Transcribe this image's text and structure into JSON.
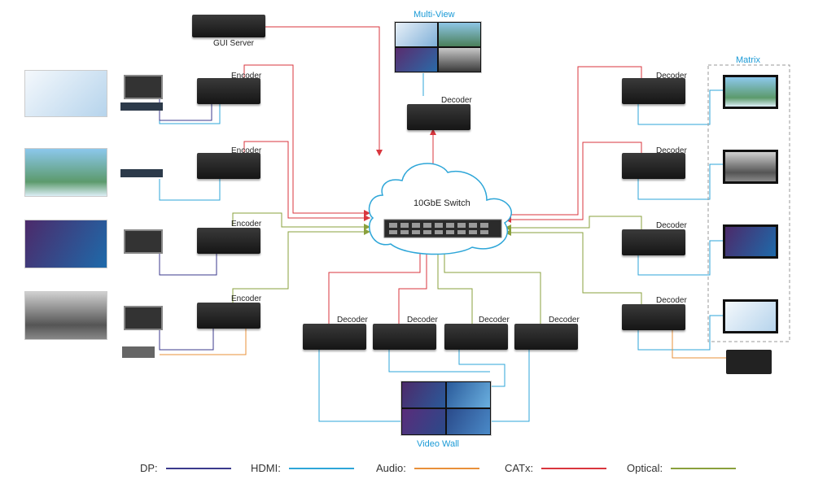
{
  "labels": {
    "gui_server": "GUI Server",
    "multi_view": "Multi-View",
    "matrix": "Matrix",
    "switch": "10GbE Switch",
    "video_wall": "Video Wall",
    "encoder": "Encoder",
    "decoder": "Decoder"
  },
  "legend": [
    {
      "label": "DP:",
      "color": "#3b3a8c"
    },
    {
      "label": "HDMI:",
      "color": "#2ea6d8"
    },
    {
      "label": "Audio:",
      "color": "#e8903a"
    },
    {
      "label": "CATx:",
      "color": "#d9363e"
    },
    {
      "label": "Optical:",
      "color": "#8aa03c"
    }
  ]
}
